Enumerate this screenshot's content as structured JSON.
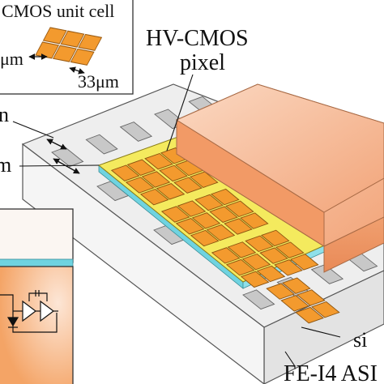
{
  "inset": {
    "title": "CMOS unit cell",
    "dim_left": "μm",
    "dim_bottom": "33μm"
  },
  "labels": {
    "hv_cmos_line1": "HV-CMOS",
    "hv_cmos_line2": "pixel",
    "left_mark_1": "n",
    "left_mark_2": "m",
    "right_mark": "si",
    "asic": "FE-I4 ASI"
  },
  "colors": {
    "pixel_orange": "#f39a2e",
    "chip_yellow": "#f3ea5a",
    "glue_cyan": "#6fd3e0",
    "block_peach": "#f2b088",
    "base_grey": "#ececec",
    "pad_grey": "#c8c8c8"
  },
  "icons": [
    "amplifier-icon",
    "diode-icon",
    "arrow-icon"
  ]
}
